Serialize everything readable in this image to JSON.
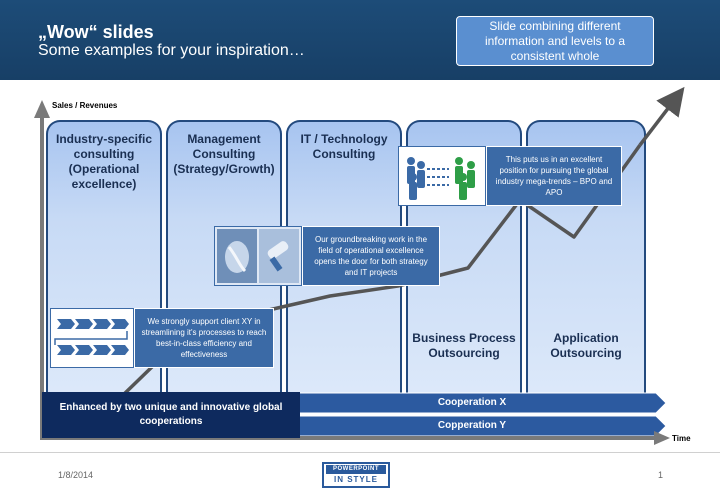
{
  "header": {
    "title": "„Wow“ slides",
    "subtitle": "Some examples for your inspiration…"
  },
  "callout_top": "Slide combining different information and levels to a consistent whole",
  "axes": {
    "y_label": "Sales / Revenues",
    "x_label": "Time"
  },
  "columns": [
    {
      "label": "Industry-specific consulting (Operational excellence)"
    },
    {
      "label": "Management Consulting (Strategy/Growth)"
    },
    {
      "label": "IT / Technology Consulting"
    },
    {
      "label": "Business Process Outsourcing"
    },
    {
      "label": "Application Outsourcing"
    }
  ],
  "callouts": {
    "process": "We strongly support client XY in streamlining it's processes to reach best-in-class efficiency and effectiveness",
    "operational": "Our groundbreaking work in the field of operational excellence opens the door for both strategy and IT projects",
    "megatrends": "This puts us in an excellent position for pursuing the global industry mega-trends – BPO and APO"
  },
  "cooperations": {
    "summary": "Enhanced by two unique and innovative global cooperations",
    "x": "Cooperation X",
    "y": "Copperation Y"
  },
  "footer": {
    "date": "1/8/2014",
    "page": "1",
    "logo_top": "POWERPOINT",
    "logo_bottom": "IN STYLE"
  },
  "colors": {
    "header": "#1d4c78",
    "column_border": "#234a7e",
    "callout": "#3b6aa6",
    "cooperation_band": "#2c5aa0",
    "trend_line": "#555555"
  }
}
